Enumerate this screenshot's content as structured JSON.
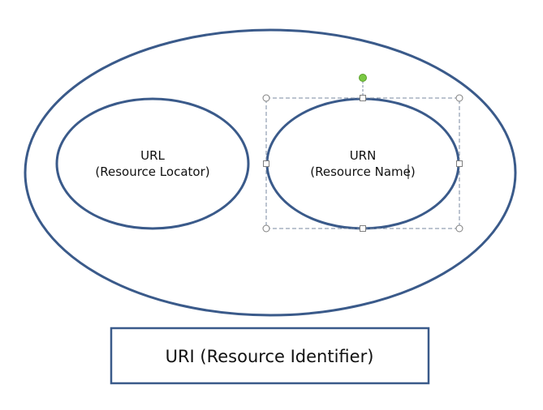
{
  "diagram": {
    "colors": {
      "stroke": "#3a5a8a",
      "handle_fill": "#ffffff",
      "handle_stroke": "#7f7f7f",
      "rotate_handle": "#7ac943",
      "selection_dash": "#7a8aa0"
    },
    "outer_ellipse": {},
    "url_ellipse": {
      "line1": "URL",
      "line2": "(Resource Locator)"
    },
    "urn_ellipse": {
      "line1": "URN",
      "line2": "(Resource Name)",
      "selected": true
    },
    "uri_box": {
      "label": "URI (Resource Identifier)"
    }
  }
}
